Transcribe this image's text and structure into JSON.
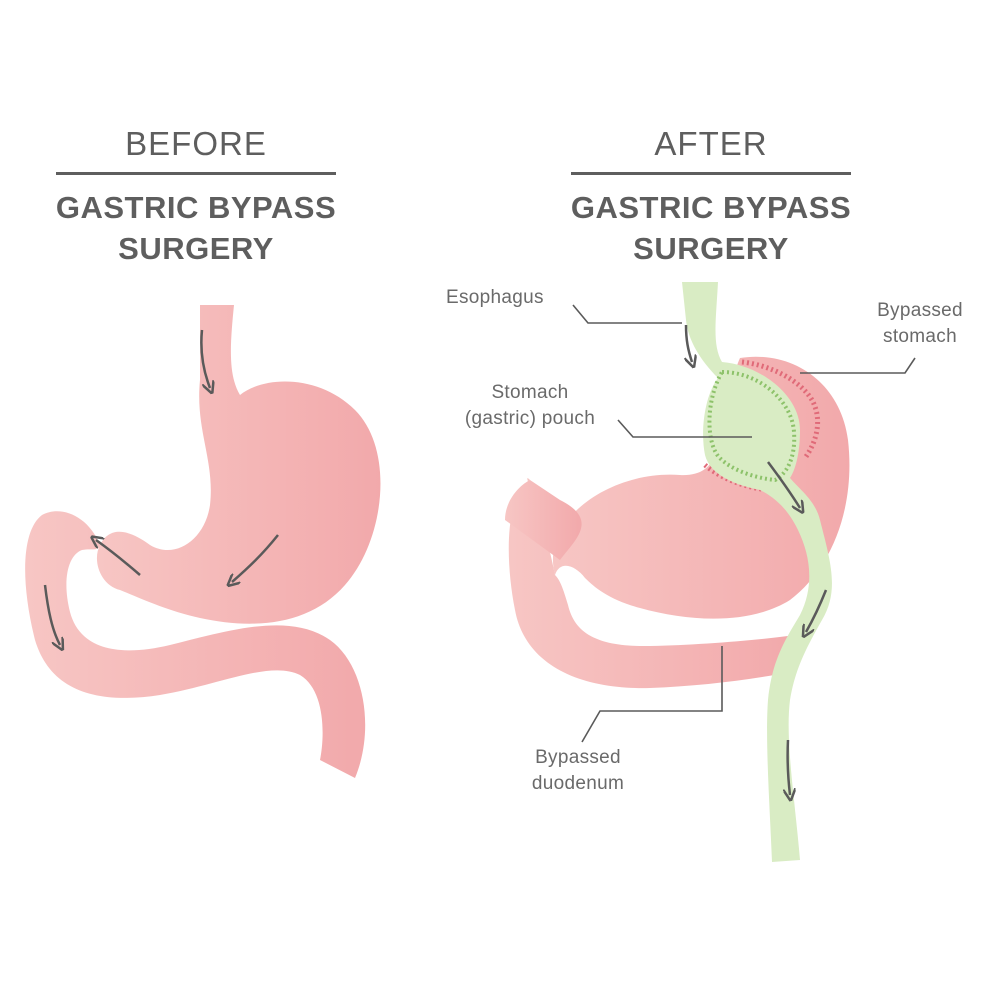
{
  "before": {
    "heading_small": "BEFORE",
    "heading_line1": "GASTRIC BYPASS",
    "heading_line2": "SURGERY"
  },
  "after": {
    "heading_small": "AFTER",
    "heading_line1": "GASTRIC BYPASS",
    "heading_line2": "SURGERY"
  },
  "labels": {
    "esophagus": "Esophagus",
    "bypassed_stomach_1": "Bypassed",
    "bypassed_stomach_2": "stomach",
    "pouch_1": "Stomach",
    "pouch_2": "(gastric) pouch",
    "duodenum_1": "Bypassed",
    "duodenum_2": "duodenum"
  },
  "colors": {
    "stomach_pink": "#f4b3b3",
    "pouch_green": "#d9ecc4",
    "suture_red": "#e06a78",
    "suture_green": "#8dc26a",
    "arrow_gray": "#5a5a5a",
    "text_gray": "#5e5e5e"
  }
}
